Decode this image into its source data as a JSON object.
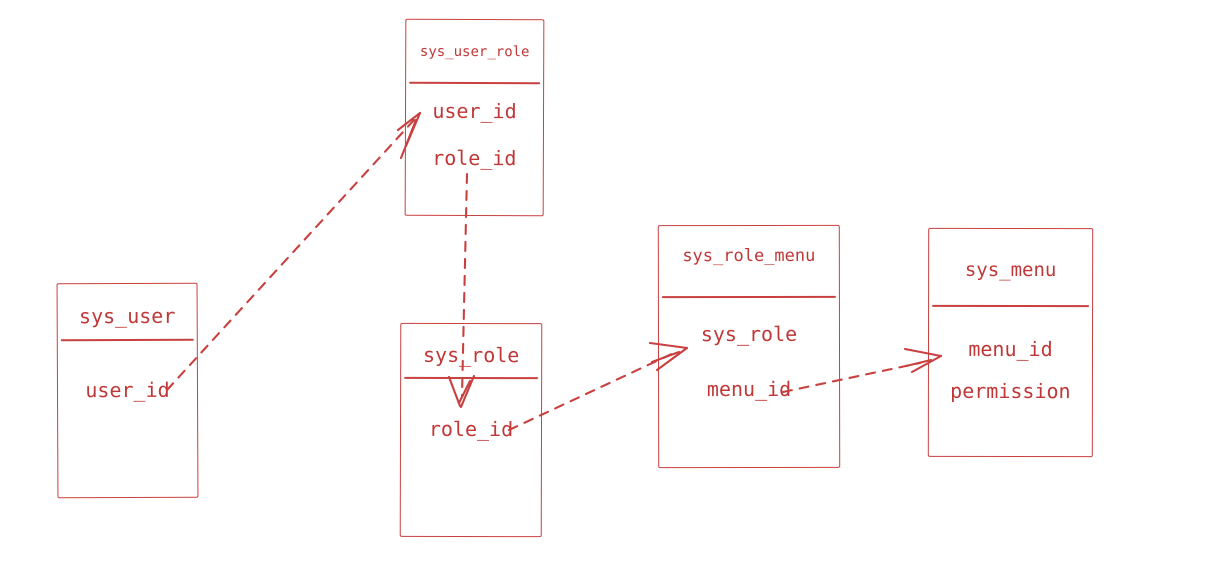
{
  "diagram": {
    "type": "entity-relationship-sketch",
    "accent_color": "#c94040",
    "background_color": "#ffffff",
    "entities": [
      {
        "id": "sys_user",
        "title": "sys_user",
        "fields": [
          "user_id"
        ]
      },
      {
        "id": "sys_user_role",
        "title": "sys_user_role",
        "fields": [
          "user_id",
          "role_id"
        ]
      },
      {
        "id": "sys_role",
        "title": "sys_role",
        "fields": [
          "role_id"
        ]
      },
      {
        "id": "sys_role_menu",
        "title": "sys_role_menu",
        "fields": [
          "sys_role",
          "menu_id"
        ]
      },
      {
        "id": "sys_menu",
        "title": "sys_menu",
        "fields": [
          "menu_id",
          "permission"
        ]
      }
    ],
    "relationships": [
      {
        "from": "sys_user.user_id",
        "to": "sys_user_role.user_id",
        "style": "dashed-arrow"
      },
      {
        "from": "sys_user_role.role_id",
        "to": "sys_role.role_id",
        "style": "dashed-arrow"
      },
      {
        "from": "sys_role.role_id",
        "to": "sys_role_menu.sys_role",
        "style": "dashed-arrow"
      },
      {
        "from": "sys_role_menu.menu_id",
        "to": "sys_menu.menu_id",
        "style": "dashed-arrow"
      }
    ]
  }
}
